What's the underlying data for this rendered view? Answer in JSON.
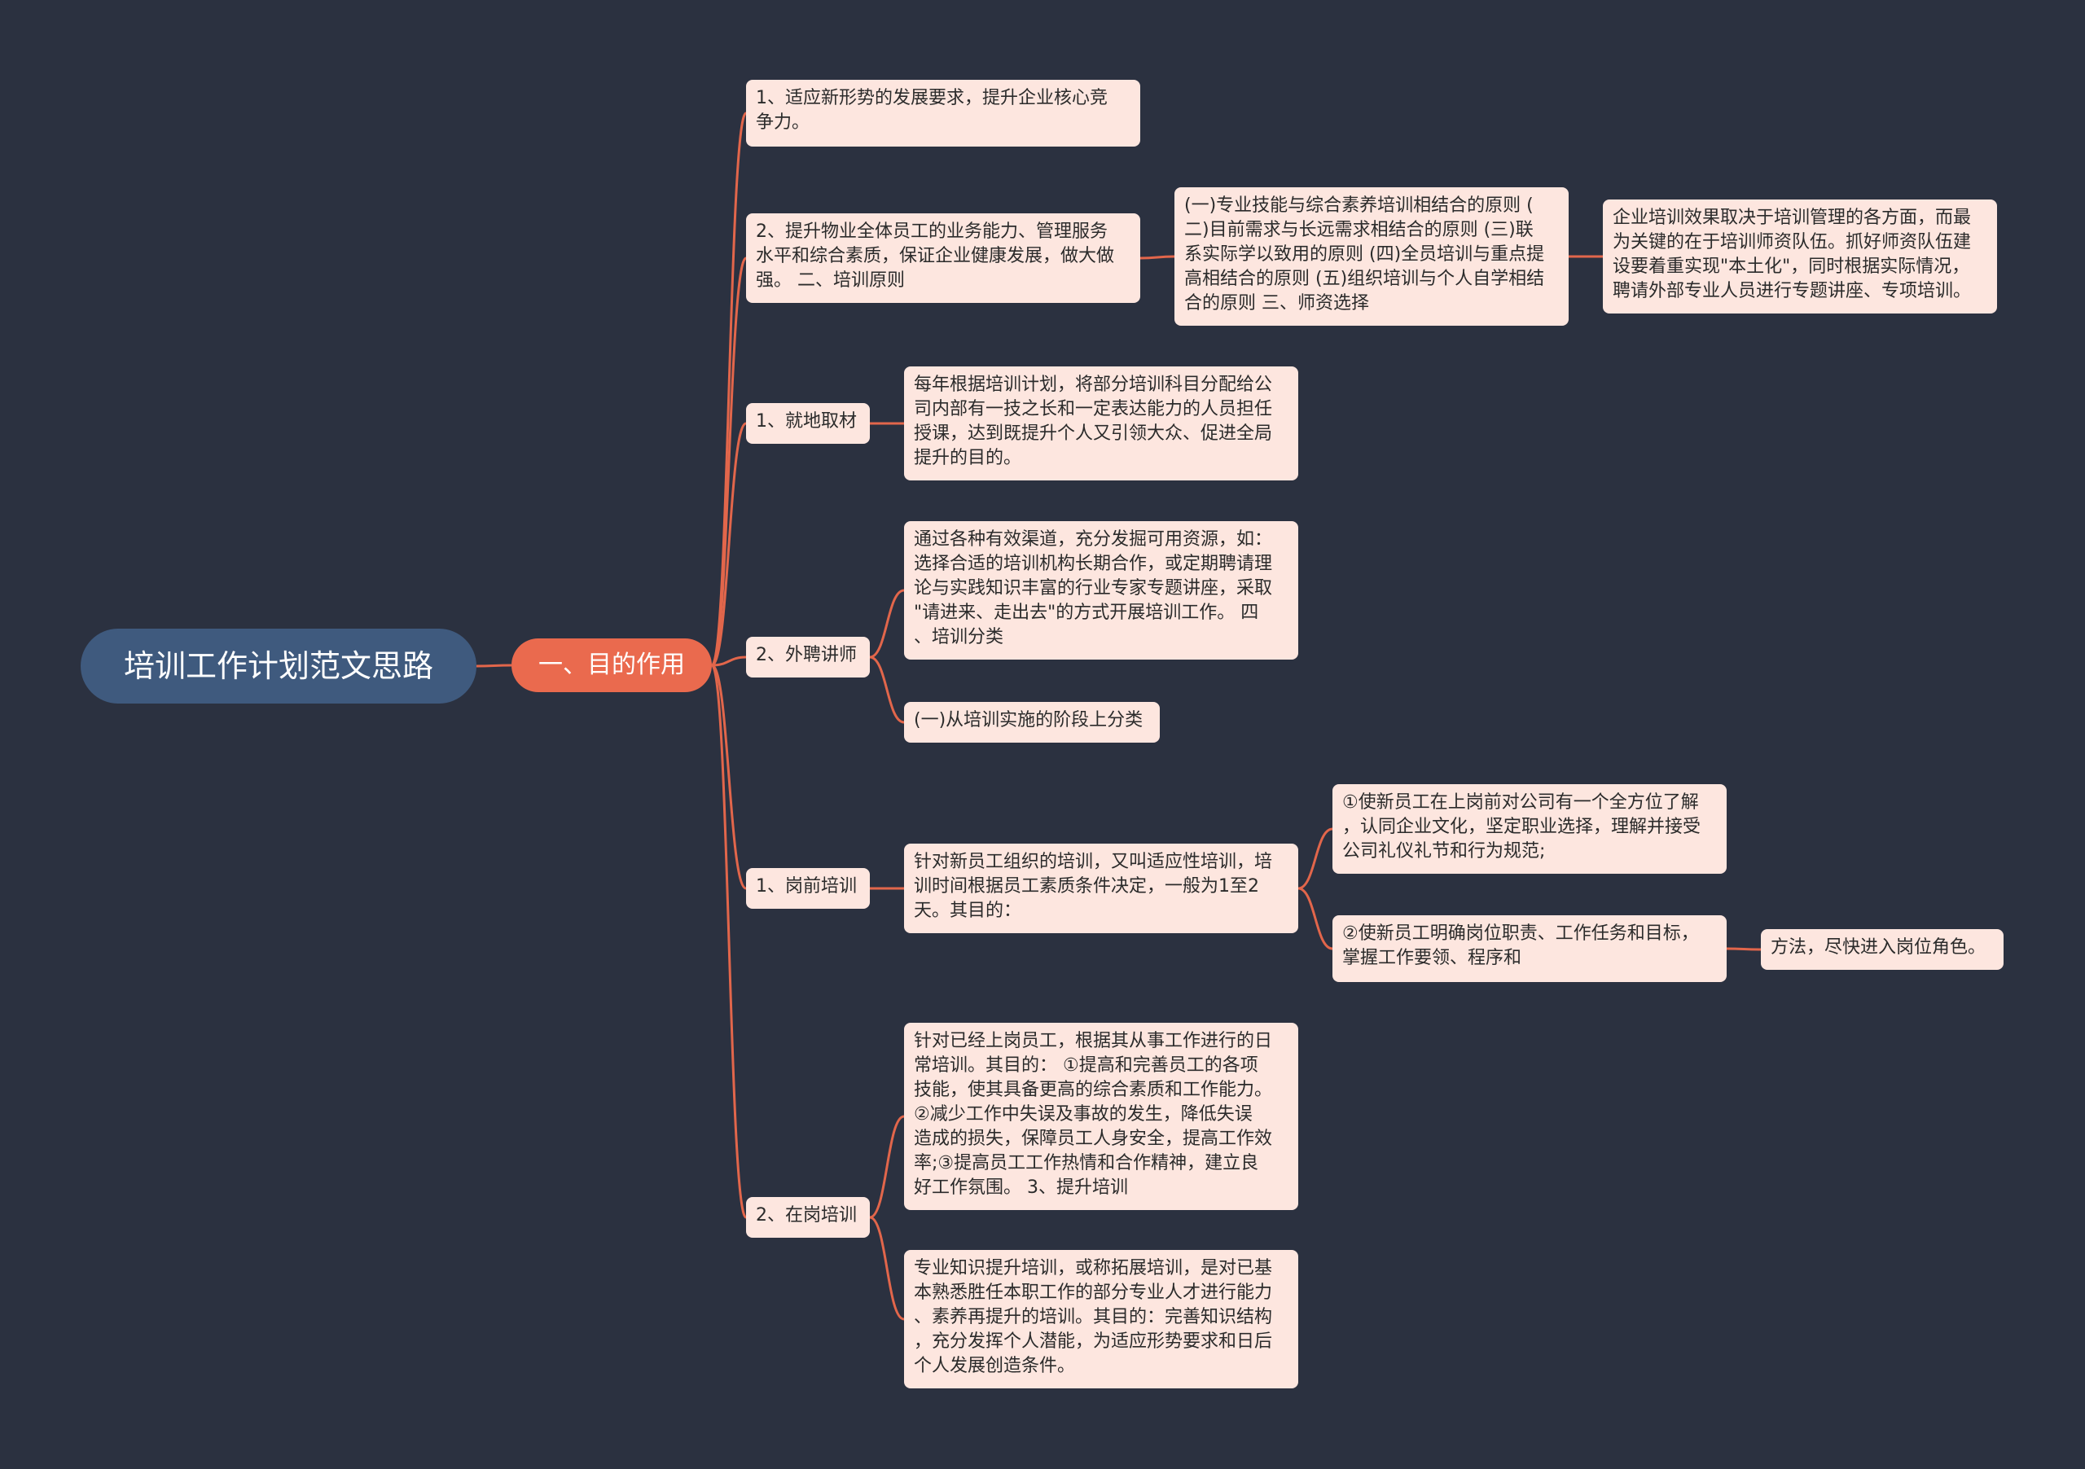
{
  "mindmap": {
    "root": "培训工作计划范文思路",
    "main": "一、目的作用",
    "branches": [
      {
        "label": "1、适应新形势的发展要求，提升企业核心竞\n争力。"
      },
      {
        "label": "2、提升物业全体员工的业务能力、管理服务\n水平和综合素质，保证企业健康发展，做大做\n强。 二、培训原则",
        "child": "(一)专业技能与综合素养培训相结合的原则 (\n二)目前需求与长远需求相结合的原则 (三)联\n系实际学以致用的原则 (四)全员培训与重点提\n高相结合的原则 (五)组织培训与个人自学相结\n合的原则 三、师资选择",
        "grandchild": "企业培训效果取决于培训管理的各方面，而最\n为关键的在于培训师资队伍。抓好师资队伍建\n设要着重实现\"本土化\"，同时根据实际情况，\n聘请外部专业人员进行专题讲座、专项培训。"
      },
      {
        "label": "1、就地取材",
        "child": "每年根据培训计划，将部分培训科目分配给公\n司内部有一技之长和一定表达能力的人员担任\n授课，达到既提升个人又引领大众、促进全局\n提升的目的。"
      },
      {
        "label": "2、外聘讲师",
        "children": [
          "通过各种有效渠道，充分发掘可用资源，如：\n选择合适的培训机构长期合作，或定期聘请理\n论与实践知识丰富的行业专家专题讲座，采取\n\"请进来、走出去\"的方式开展培训工作。 四\n、培训分类",
          "(一)从培训实施的阶段上分类"
        ]
      },
      {
        "label": "1、岗前培训",
        "child": "针对新员工组织的培训，又叫适应性培训，培\n训时间根据员工素质条件决定，一般为1至2\n天。其目的：",
        "sub": [
          "①使新员工在上岗前对公司有一个全方位了解\n，认同企业文化，坚定职业选择，理解并接受\n公司礼仪礼节和行为规范;",
          "②使新员工明确岗位职责、工作任务和目标，\n掌握工作要领、程序和"
        ],
        "subchild": "方法，尽快进入岗位角色。"
      },
      {
        "label": "2、在岗培训",
        "children": [
          "针对已经上岗员工，根据其从事工作进行的日\n常培训。其目的： ①提高和完善员工的各项\n技能，使其具备更高的综合素质和工作能力。\n ②减少工作中失误及事故的发生，降低失误\n造成的损失，保障员工人身安全，提高工作效\n率;③提高员工工作热情和合作精神，建立良\n好工作氛围。 3、提升培训",
          "专业知识提升培训，或称拓展培训，是对已基\n本熟悉胜任本职工作的部分专业人才进行能力\n、素养再提升的培训。其目的：完善知识结构\n，充分发挥个人潜能，为适应形势要求和日后\n个人发展创造条件。"
        ]
      }
    ]
  },
  "colors": {
    "background": "#2b3140",
    "root_fill": "#3f5a7e",
    "main_fill": "#ea6a4e",
    "node_fill": "#fde6df",
    "edge": "#e2664b"
  }
}
